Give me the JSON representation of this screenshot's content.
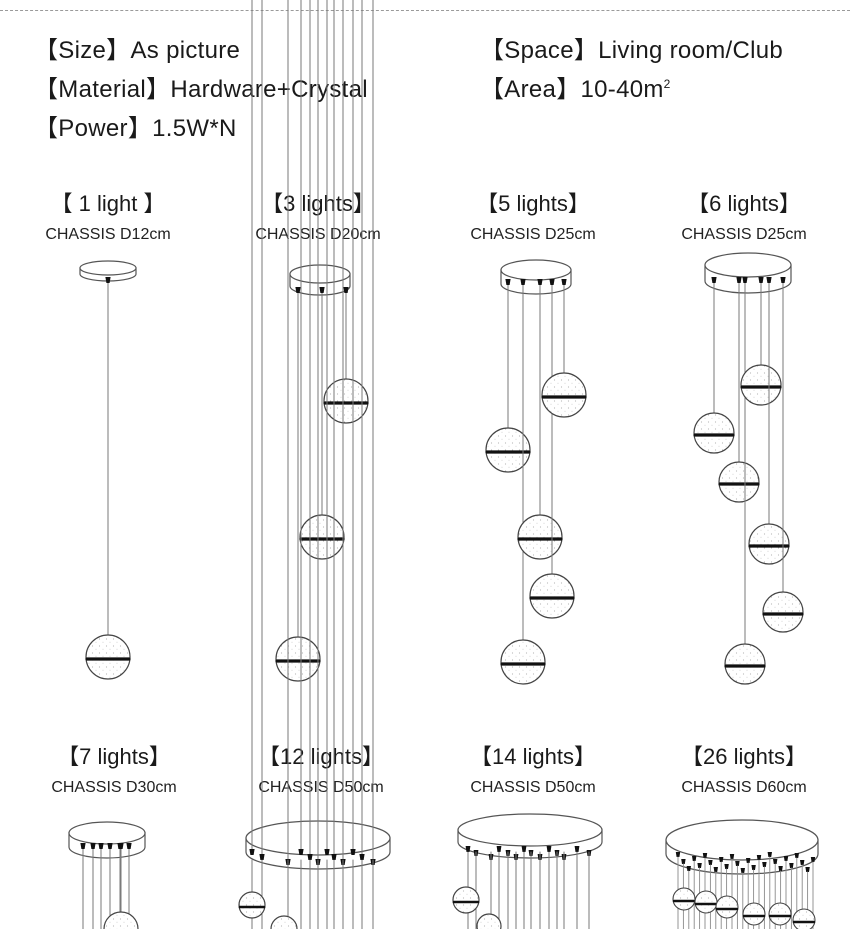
{
  "specs": {
    "size": "【Size】As picture",
    "material": "【Material】Hardware+Crystal",
    "power": "【Power】1.5W*N",
    "space": "【Space】Living room/Club",
    "area": "【Area】10-40m",
    "area_sup": "2"
  },
  "variants": [
    {
      "title": "【 1 light  】",
      "chassis": "CHASSIS  D12cm",
      "lights": 1
    },
    {
      "title": "【3 lights】",
      "chassis": "CHASSIS  D20cm",
      "lights": 3
    },
    {
      "title": "【5 lights】",
      "chassis": "CHASSIS  D25cm",
      "lights": 5
    },
    {
      "title": "【6 lights】",
      "chassis": "CHASSIS  D25cm",
      "lights": 6
    },
    {
      "title": "【7 lights】",
      "chassis": "CHASSIS  D30cm",
      "lights": 7
    },
    {
      "title": "【12 lights】",
      "chassis": "CHASSIS  D50cm",
      "lights": 12
    },
    {
      "title": "【14 lights】",
      "chassis": "CHASSIS  D50cm",
      "lights": 14
    },
    {
      "title": "【26 lights】",
      "chassis": "CHASSIS  D60cm",
      "lights": 26
    }
  ]
}
